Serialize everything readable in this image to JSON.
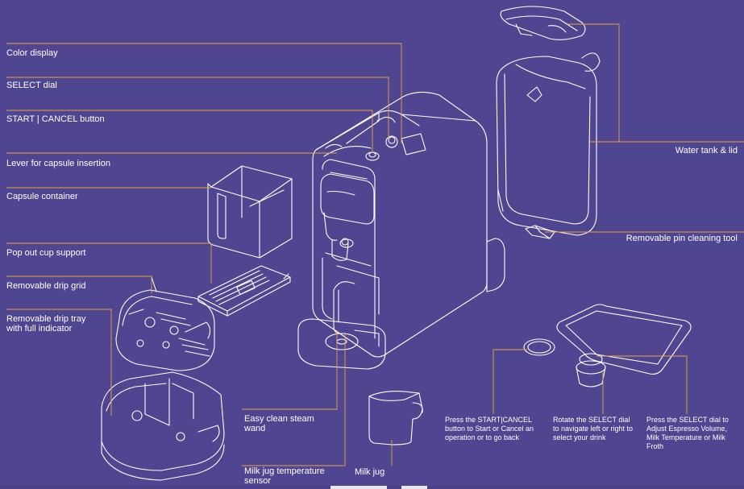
{
  "colors": {
    "background": "#4f4590",
    "outline": "#ffffff",
    "leader_line": "#e6a23c"
  },
  "labels": {
    "color_display": "Color display",
    "select_dial": "SELECT dial",
    "start_cancel_button": "START | CANCEL button",
    "lever": "Lever for capsule insertion",
    "capsule_container": "Capsule container",
    "pop_out_cup_support": "Pop out cup support",
    "drip_grid": "Removable drip grid",
    "drip_tray": "Removable drip tray\nwith full indicator",
    "water_tank": "Water tank & lid",
    "pin_tool": "Removable pin cleaning tool",
    "steam_wand": "Easy clean steam\nwand",
    "milk_sensor": "Milk jug temperature\nsensor",
    "milk_jug": "Milk jug",
    "press_start_cancel": "Press the START|CANCEL\nbutton to Start or Cancel an\noperation or to go back",
    "rotate_select": "Rotate the SELECT dial\nto navigate left or right to\nselect your drink",
    "press_select": "Press the SELECT dial to\nAdjust Espresso Volume,\nMilk Temperature or Milk\nFroth"
  }
}
